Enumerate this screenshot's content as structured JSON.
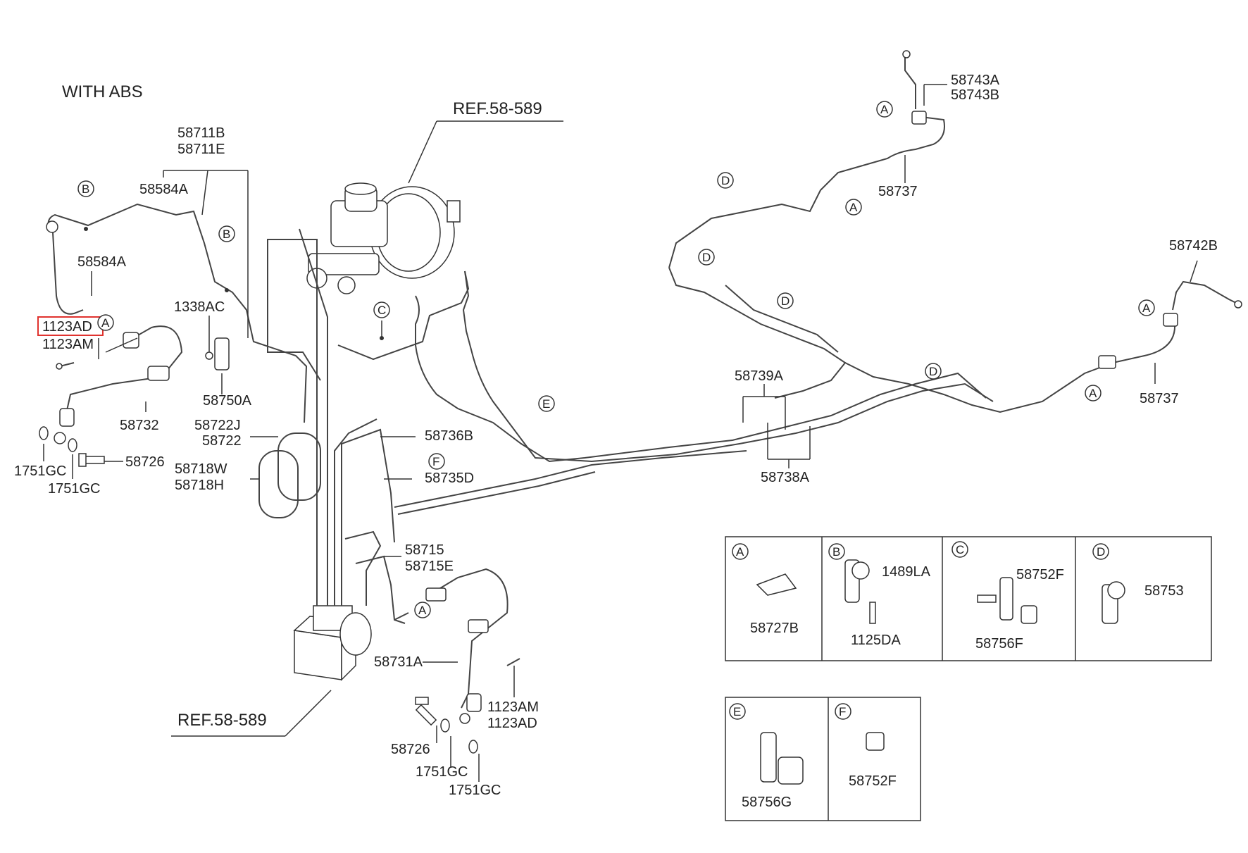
{
  "title": "WITH ABS",
  "refs": [
    "REF.58-589",
    "REF.58-589"
  ],
  "highlighted": "1123AD",
  "highlight_color": "#e0322e",
  "labels": {
    "p58711B": "58711B",
    "p58711E": "58711E",
    "p58584A_1": "58584A",
    "p58584A_2": "58584A",
    "p1123AD": "1123AD",
    "p1123AM": "1123AM",
    "p1338AC": "1338AC",
    "p58750A": "58750A",
    "p58732": "58732",
    "p1751GC_1": "1751GC",
    "p1751GC_2": "1751GC",
    "p58726_1": "58726",
    "p58722J": "58722J",
    "p58722": "58722",
    "p58718W": "58718W",
    "p58718H": "58718H",
    "p58736B": "58736B",
    "p58735D": "58735D",
    "p58715": "58715",
    "p58715E": "58715E",
    "p58731A": "58731A",
    "p58726_2": "58726",
    "p1751GC_3": "1751GC",
    "p1751GC_4": "1751GC",
    "p1123AM_2": "1123AM",
    "p1123AD_2": "1123AD",
    "p58743A": "58743A",
    "p58743B": "58743B",
    "p58737_1": "58737",
    "p58742B": "58742B",
    "p58737_2": "58737",
    "p58739A": "58739A",
    "p58738A": "58738A"
  },
  "callouts": {
    "A": "A",
    "B": "B",
    "C": "C",
    "D": "D",
    "E": "E",
    "F": "F"
  },
  "legend": {
    "A": {
      "letter": "A",
      "parts": [
        "58727B"
      ]
    },
    "B": {
      "letter": "B",
      "parts": [
        "1489LA",
        "1125DA"
      ]
    },
    "C": {
      "letter": "C",
      "parts": [
        "58752F",
        "58756F"
      ]
    },
    "D": {
      "letter": "D",
      "parts": [
        "58753"
      ]
    },
    "E": {
      "letter": "E",
      "parts": [
        "58756G"
      ]
    },
    "F": {
      "letter": "F",
      "parts": [
        "58752F"
      ]
    }
  }
}
